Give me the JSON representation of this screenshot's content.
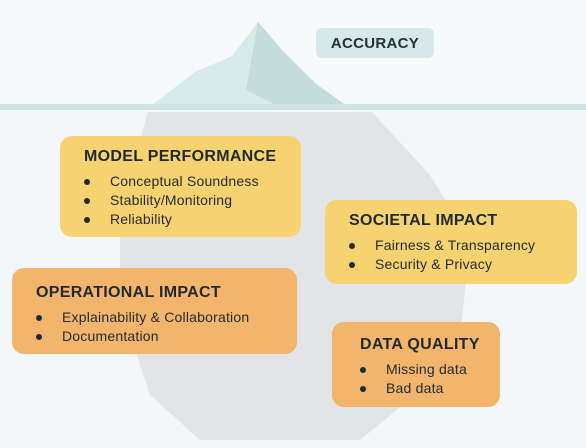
{
  "header": {
    "pill_label": "ACCURACY"
  },
  "cards": {
    "model_performance": {
      "title": "MODEL PERFORMANCE",
      "items": [
        "Conceptual Soundness",
        "Stability/Monitoring",
        "Reliability"
      ]
    },
    "societal_impact": {
      "title": "SOCIETAL IMPACT",
      "items": [
        "Fairness & Transparency",
        "Security & Privacy"
      ]
    },
    "operational_impact": {
      "title": "OPERATIONAL IMPACT",
      "items": [
        "Explainability & Collaboration",
        "Documentation"
      ]
    },
    "data_quality": {
      "title": "DATA QUALITY",
      "items": [
        "Missing data",
        "Bad data"
      ]
    }
  },
  "colors": {
    "card_yellow": "#f7d270",
    "card_orange": "#f3b46b",
    "pill_bg": "#d6e8ea",
    "waterline": "#cfe2e3",
    "iceberg_tip": "#d8ebeb",
    "iceberg_body": "#e2e4e6"
  }
}
